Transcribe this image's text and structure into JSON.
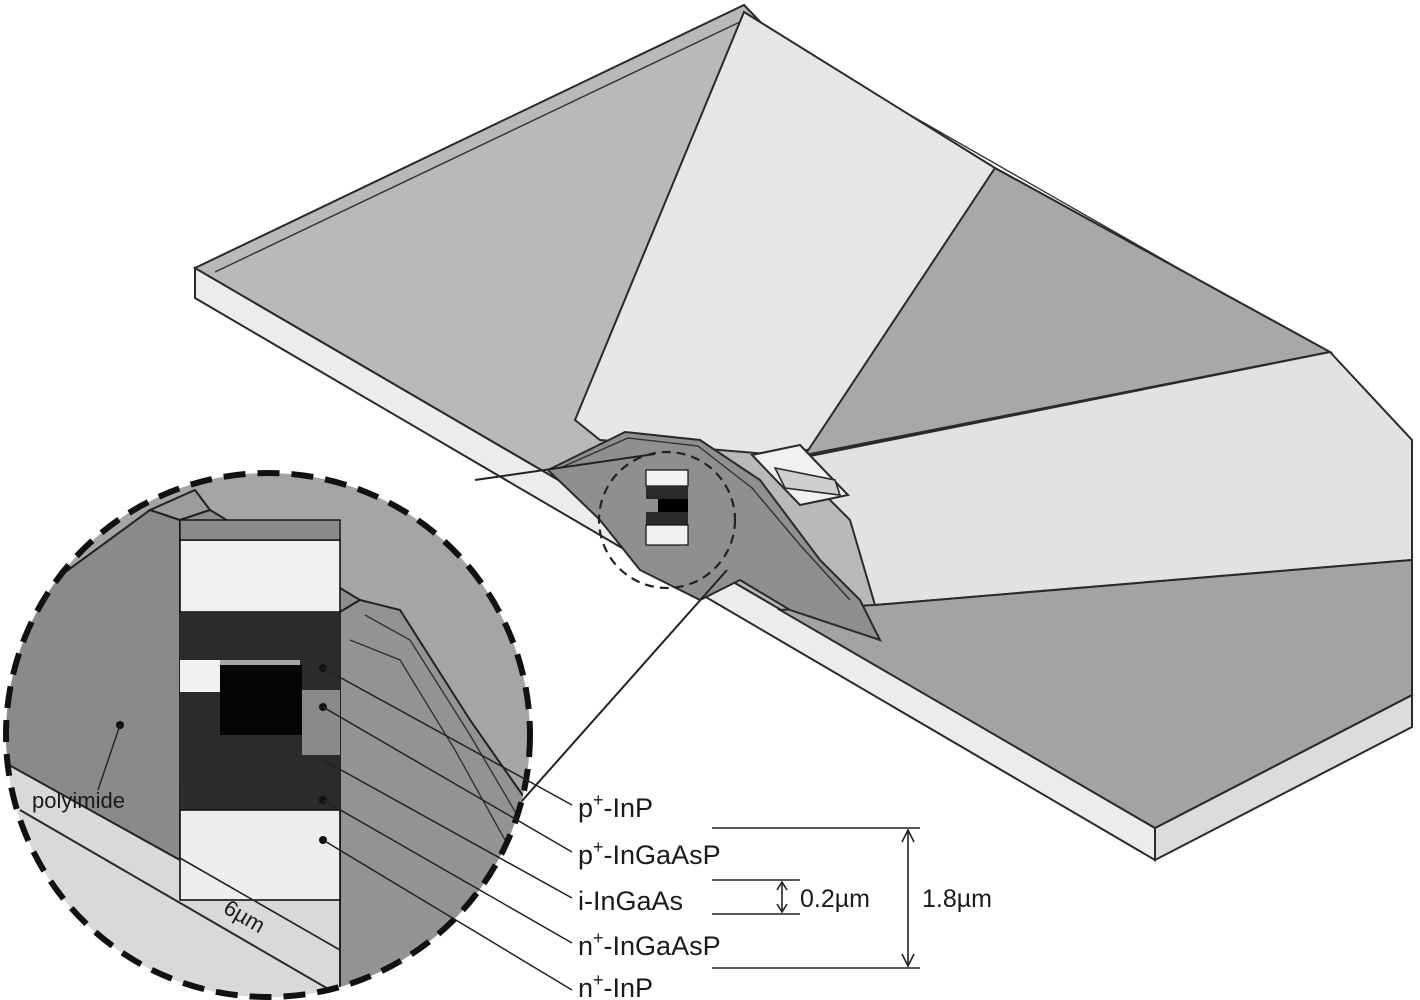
{
  "labels": {
    "polyimide": "polyimide",
    "width": "6µm",
    "active_thickness": "0.2µm",
    "total_thickness": "1.8µm"
  },
  "layers": [
    {
      "sup": "+",
      "base": "p",
      "material": "-InP"
    },
    {
      "sup": "+",
      "base": "p",
      "material": "-InGaAsP"
    },
    {
      "sup": "",
      "base": "i",
      "material": "-InGaAs"
    },
    {
      "sup": "+",
      "base": "n",
      "material": "-InGaAsP"
    },
    {
      "sup": "+",
      "base": "n",
      "material": "-InP"
    }
  ]
}
